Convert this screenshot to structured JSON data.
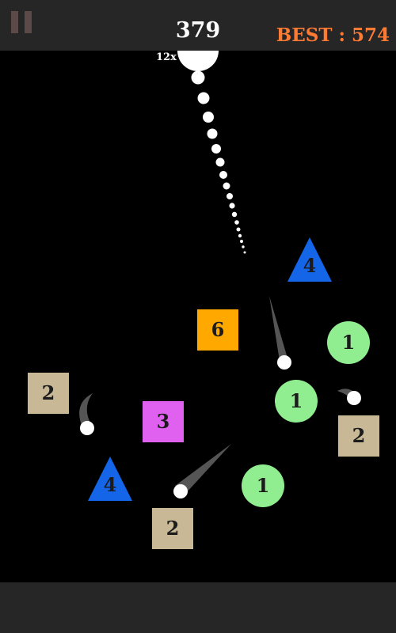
{
  "hud": {
    "score": "379",
    "best": "BEST : 574",
    "multiplier": "12x"
  },
  "blocks": [
    {
      "kind": "triangle",
      "value": "4",
      "color": "#1565e8"
    },
    {
      "kind": "square",
      "value": "6",
      "color": "#ffa800"
    },
    {
      "kind": "circle",
      "value": "1",
      "color": "#90ee90"
    },
    {
      "kind": "square",
      "value": "2",
      "color": "#c8b896"
    },
    {
      "kind": "circle",
      "value": "1",
      "color": "#90ee90"
    },
    {
      "kind": "square",
      "value": "2",
      "color": "#c8b896"
    },
    {
      "kind": "square",
      "value": "3",
      "color": "#e060f0"
    },
    {
      "kind": "triangle",
      "value": "4",
      "color": "#1565e8"
    },
    {
      "kind": "circle",
      "value": "1",
      "color": "#90ee90"
    },
    {
      "kind": "square",
      "value": "2",
      "color": "#c8b896"
    }
  ]
}
